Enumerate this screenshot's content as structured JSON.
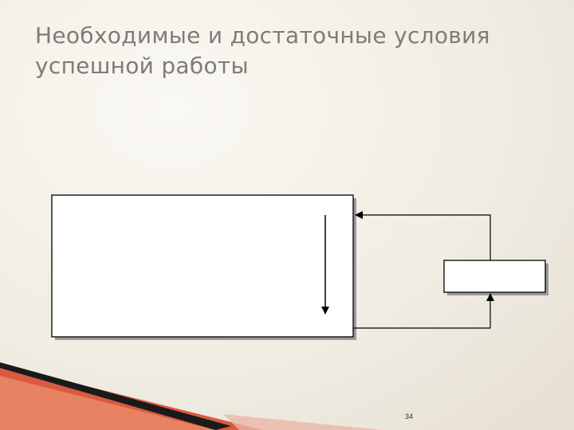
{
  "slide": {
    "title_line1": "Необходимые и достаточные условия",
    "title_line2": "успешной работы",
    "page_number": "34"
  },
  "colors": {
    "background": "#f1ede4",
    "title_text": "#7f7b76",
    "diagram_stroke": "#000000",
    "accent_red": "#c0392b"
  },
  "icons": [
    "down-arrow-icon",
    "left-arrow-icon",
    "up-arrow-icon"
  ]
}
